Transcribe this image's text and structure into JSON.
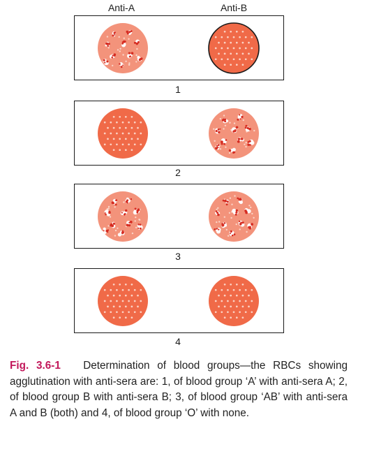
{
  "figure": {
    "column_headers": [
      "Anti-A",
      "Anti-B"
    ],
    "slides": [
      {
        "number": "1",
        "anti_a": "agglutinated",
        "anti_b": "uniform"
      },
      {
        "number": "2",
        "anti_a": "uniform",
        "anti_b": "agglutinated"
      },
      {
        "number": "3",
        "anti_a": "agglutinated",
        "anti_b": "agglutinated"
      },
      {
        "number": "4",
        "anti_a": "uniform",
        "anti_b": "uniform"
      }
    ],
    "colors": {
      "uniform_fill": "#f06a48",
      "agglutinated_fill": "#f3937b",
      "dot": "#fbd3c6",
      "clump_core": "#d62d22",
      "clump_light": "#ffffff",
      "outline": "#1a1a1a"
    }
  },
  "caption": {
    "label": "Fig. 3.6-1",
    "text": "Determination of blood groups—the RBCs showing agglutination with anti-sera are: 1, of blood group ‘A’ with anti-sera A; 2, of blood group B with anti-sera B; 3, of blood group ‘AB’ with anti-sera A and B (both) and 4, of blood group ‘O’ with none."
  }
}
